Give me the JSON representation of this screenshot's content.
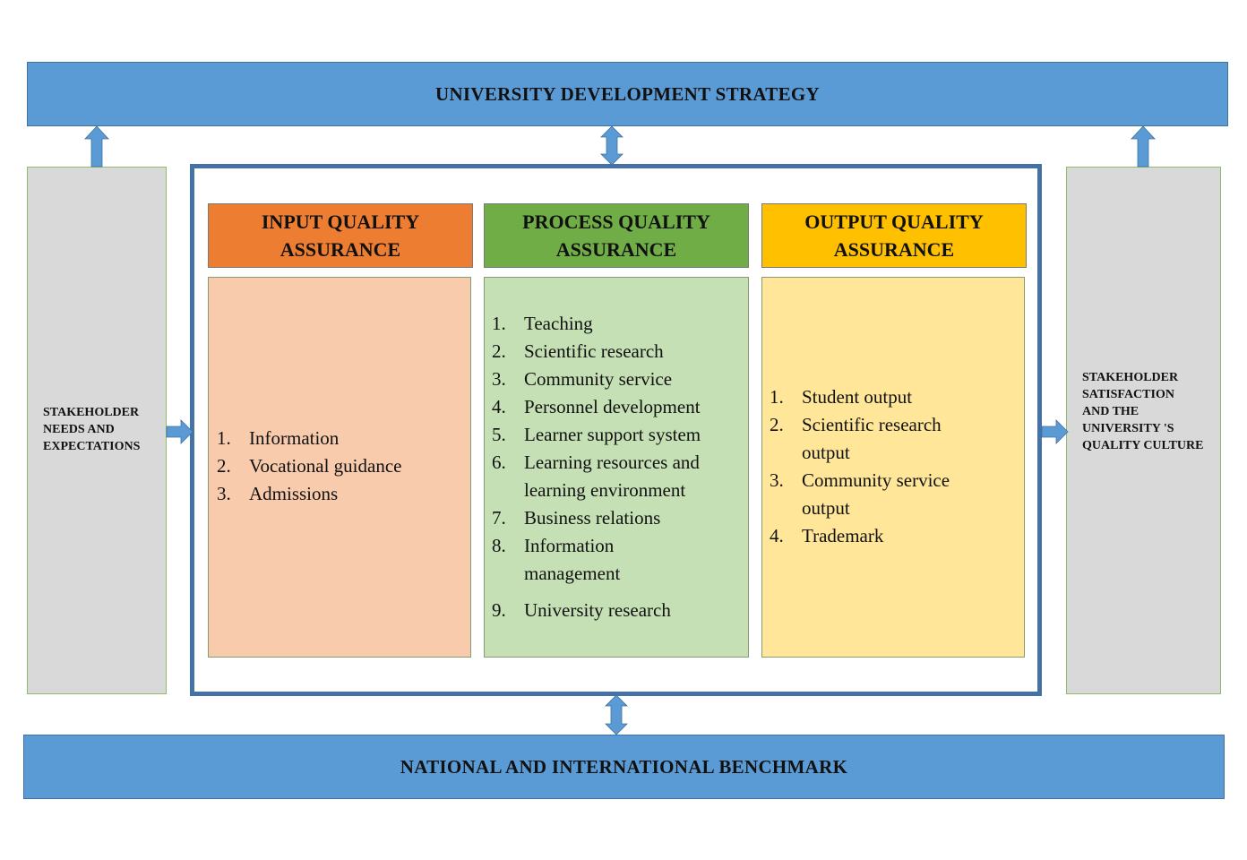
{
  "top_banner": "UNIVERSITY  DEVELOPMENT STRATEGY",
  "bottom_banner": "NATIONAL AND INTERNATIONAL  BENCHMARK",
  "left_side": [
    "STAKEHOLDER",
    "NEEDS AND",
    "EXPECTATIONS"
  ],
  "right_side": [
    "STAKEHOLDER",
    "SATISFACTION",
    "AND THE",
    "UNIVERSITY 'S",
    "QUALITY CULTURE"
  ],
  "columns": [
    {
      "header": [
        "INPUT QUALITY",
        "ASSURANCE"
      ],
      "items": [
        {
          "num": "1.",
          "lines": [
            "Information"
          ]
        },
        {
          "num": "2.",
          "lines": [
            "Vocational guidance"
          ]
        },
        {
          "num": "3.",
          "lines": [
            "Admissions"
          ]
        }
      ]
    },
    {
      "header": [
        "PROCESS QUALITY",
        "ASSURANCE"
      ],
      "items": [
        {
          "num": "1.",
          "lines": [
            "Teaching"
          ]
        },
        {
          "num": "2.",
          "lines": [
            "Scientific research"
          ]
        },
        {
          "num": "3.",
          "lines": [
            "Community service"
          ]
        },
        {
          "num": "4.",
          "lines": [
            "Personnel development"
          ]
        },
        {
          "num": "5.",
          "lines": [
            "Learner support system"
          ]
        },
        {
          "num": "6.",
          "lines": [
            "Learning resources and",
            "learning environment"
          ]
        },
        {
          "num": "7.",
          "lines": [
            "Business relations"
          ]
        },
        {
          "num": "8.",
          "lines": [
            "Information",
            "management"
          ]
        },
        {
          "num": "9.",
          "lines": [
            "University research"
          ]
        }
      ]
    },
    {
      "header": [
        "OUTPUT QUALITY",
        "ASSURANCE"
      ],
      "items": [
        {
          "num": "1.",
          "lines": [
            "Student output"
          ]
        },
        {
          "num": "2.",
          "lines": [
            "Scientific research",
            "output"
          ]
        },
        {
          "num": "3.",
          "lines": [
            "Community service",
            "output"
          ]
        },
        {
          "num": "4.",
          "lines": [
            "Trademark"
          ]
        }
      ]
    }
  ],
  "colors": {
    "banner": "#5b9bd5",
    "input": "#ed7d31",
    "process": "#70ad47",
    "output": "#ffc000",
    "input_body": "#f8cbad",
    "process_body": "#c5e0b4",
    "output_body": "#ffe699",
    "side": "#d9d9d9"
  }
}
